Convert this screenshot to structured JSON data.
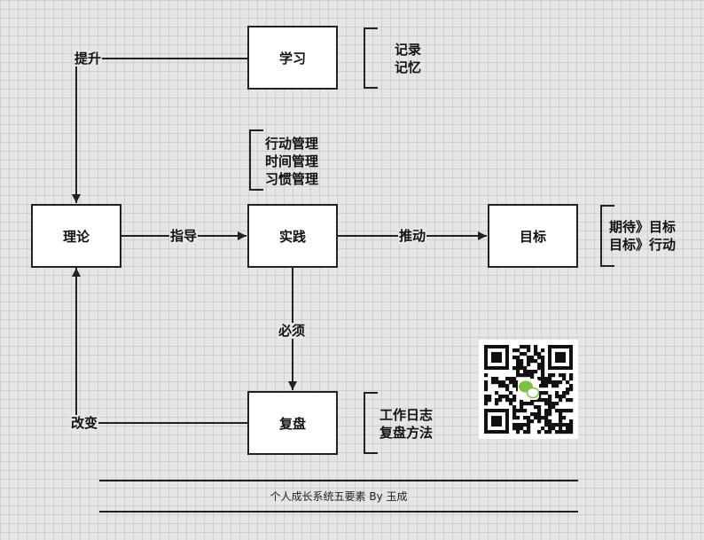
{
  "nodes": {
    "study": "学习",
    "theory": "理论",
    "practice": "实践",
    "goal": "目标",
    "review": "复盘"
  },
  "edges": {
    "upgrade": "提升",
    "guide": "指导",
    "drive": "推动",
    "must": "必须",
    "change": "改变"
  },
  "annotations": {
    "study": [
      "记录",
      "记忆"
    ],
    "practice": [
      "行动管理",
      "时间管理",
      "习惯管理"
    ],
    "goal": [
      "期待》目标",
      "目标》行动"
    ],
    "review": [
      "工作日志",
      "复盘方法"
    ]
  },
  "caption": "个人成长系统五要素 By 玉成",
  "qr_center_icon": "wechat-logo-icon",
  "colors": {
    "stroke": "#222222",
    "wechat_green": "#7bc142"
  }
}
